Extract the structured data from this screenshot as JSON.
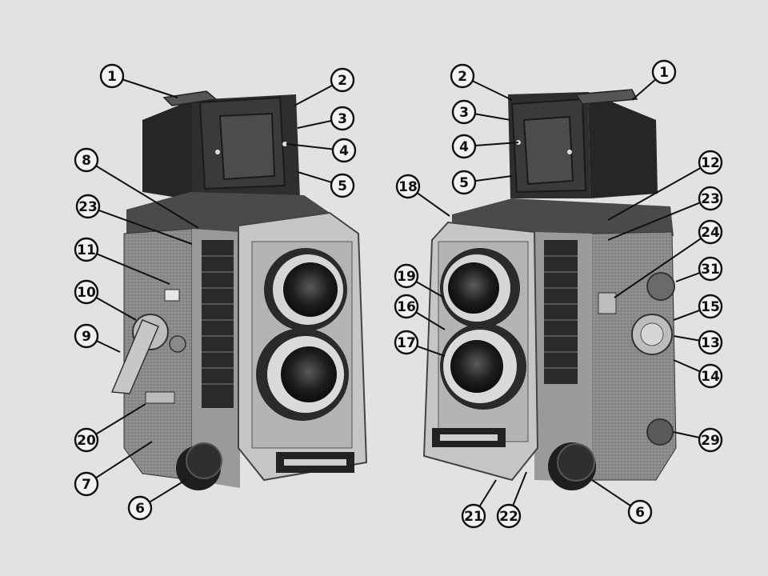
{
  "figure": {
    "left_view": "front-left three-quarter view of twin-lens reflex camera",
    "right_view": "front-right three-quarter view of twin-lens reflex camera"
  },
  "left_callouts": [
    "1",
    "2",
    "3",
    "4",
    "5",
    "8",
    "23",
    "11",
    "10",
    "9",
    "20",
    "7",
    "6"
  ],
  "right_callouts": [
    "2",
    "1",
    "3",
    "4",
    "5",
    "12",
    "18",
    "23",
    "24",
    "31",
    "19",
    "15",
    "16",
    "13",
    "17",
    "14",
    "29",
    "21",
    "22",
    "6"
  ],
  "colors": {
    "background": "#e2e2e2",
    "body": "#8a8a8a",
    "body_dark": "#3a3a3a",
    "hood": "#2c2c2c",
    "metal": "#cfcfcf",
    "lens": "#1c1c1c",
    "callout_ring": "#111111"
  }
}
